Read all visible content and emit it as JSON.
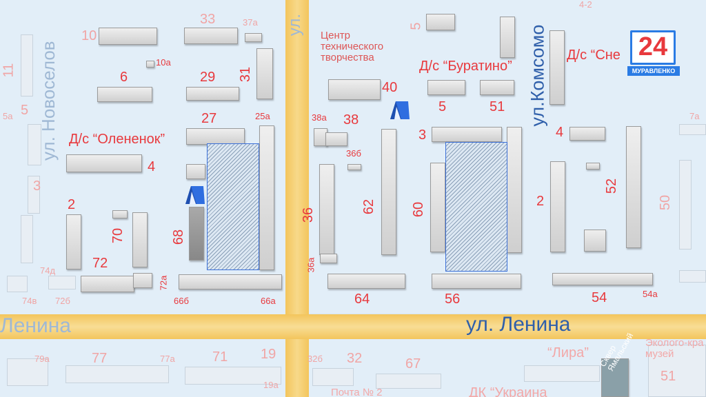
{
  "logo": {
    "number": "24",
    "caption": "МУРАВЛЕНКО"
  },
  "streets": {
    "novoselov": "ул. Новоселов",
    "komsomolskaya": "ул.Комсомо",
    "lenina_main": "ул. Ленина",
    "lenina_left": "Ленина",
    "top_center": "ул."
  },
  "facilities": {
    "kindergarten_olenenok": "Д/с “Олененок”",
    "kindergarten_buratino": "Д/с “Буратино”",
    "kindergarten_sne": "Д/с “Сне",
    "center_line1": "Центр",
    "center_line2": "технического",
    "center_line3": "творчества",
    "lira": "“Лира”",
    "eco_line1": "Эколого-кра",
    "eco_line2": "музей",
    "dk_ukraina": "ДК “Украина",
    "pochta": "Почта № 2",
    "square_line1": "Сквер",
    "square_line2": "Ямальский"
  },
  "numbers": {
    "n10": "10",
    "n10a": "10а",
    "n33": "33",
    "n37a": "37а",
    "n5top": "5",
    "n6": "6",
    "n29": "29",
    "n31": "31",
    "n27": "27",
    "n25a": "25а",
    "n4left": "4",
    "n2left": "2",
    "n70": "70",
    "n68": "68",
    "n72": "72",
    "n72a": "72а",
    "n66b": "66б",
    "n66a": "66а",
    "n40": "40",
    "n38a": "38а",
    "n38": "38",
    "n36b": "36б",
    "n36": "36",
    "n36a": "36а",
    "n62": "62",
    "n64": "64",
    "n5": "5",
    "n51": "51",
    "n3": "3",
    "n60": "60",
    "n56": "56",
    "n4right": "4",
    "n2right": "2",
    "n52": "52",
    "n54": "54",
    "n54a": "54а",
    "n50": "50",
    "n7a": "7а",
    "n42": "4-2",
    "n11": "11",
    "n5a": "5а",
    "n5left": "5",
    "n3left": "3",
    "n74d": "74д",
    "n74v": "74в",
    "n72b": "72б",
    "n77": "77",
    "n77a": "77а",
    "n71": "71",
    "n19": "19",
    "n19a": "19а",
    "n79a": "79а",
    "n32b": "32б",
    "n32": "32",
    "n67": "67"
  }
}
